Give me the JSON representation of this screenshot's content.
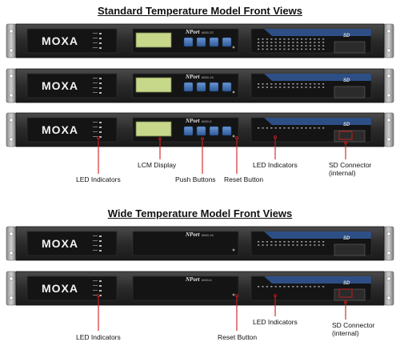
{
  "headings": {
    "standard": "Standard Temperature Model Front Views",
    "wide": "Wide Temperature Model Front Views"
  },
  "brand": "MOXA",
  "product_logo": "NPort",
  "model_labels": [
    "6650-32",
    "6650-16",
    "6650-8",
    "6650-16",
    "6650-8"
  ],
  "sd_mark": "SD",
  "callouts_standard": {
    "led_left": "LED Indicators",
    "lcm": "LCM Display",
    "push": "Push Buttons",
    "reset": "Reset Button",
    "led_right": "LED Indicators",
    "sd_line1": "SD Connector",
    "sd_line2": "(internal)"
  },
  "callouts_wide": {
    "led_left": "LED Indicators",
    "reset": "Reset Button",
    "led_right": "LED Indicators",
    "sd_line1": "SD Connector",
    "sd_line2": "(internal)"
  },
  "colors": {
    "chassis": "#2a2a2a",
    "panel": "#141414",
    "lcd": "#c8d88a",
    "button": "#3e6fb0",
    "stripe": "#2e4f86",
    "callout": "#d21c1c"
  }
}
